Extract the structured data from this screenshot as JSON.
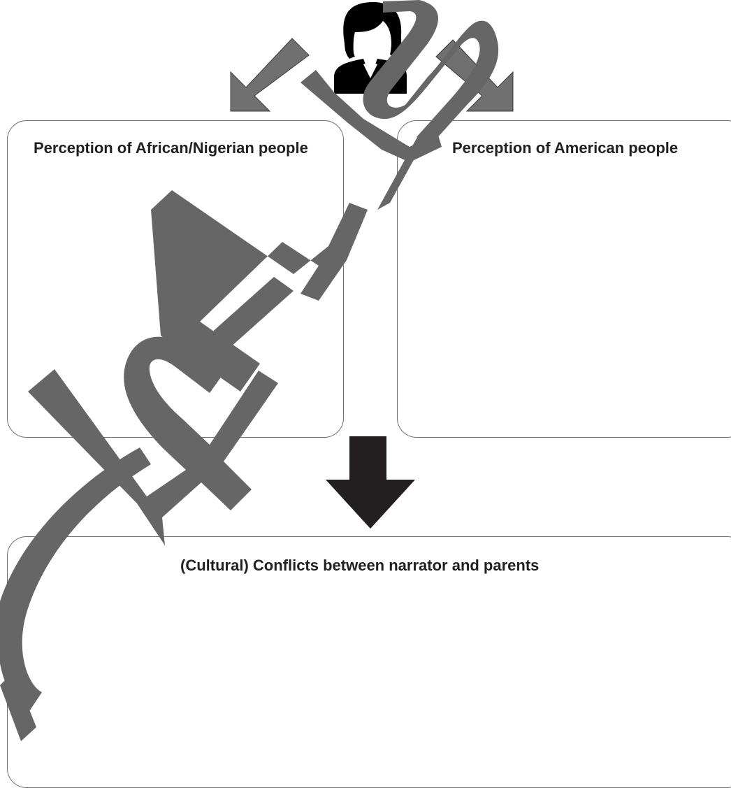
{
  "colors": {
    "border": "#6e6e6e",
    "arrow_gray": "#707070",
    "arrow_dark": "#231f20",
    "watermark": "#666666",
    "text": "#231f20"
  },
  "diagram": {
    "top_figure_icon": "person-icon",
    "left_box": {
      "title": "Perception of African/Nigerian people"
    },
    "right_box": {
      "title": "Perception of American people"
    },
    "bottom_box": {
      "title": "(Cultural) Conflicts between narrator and parents"
    },
    "watermark_icon": "watermark-letters"
  }
}
